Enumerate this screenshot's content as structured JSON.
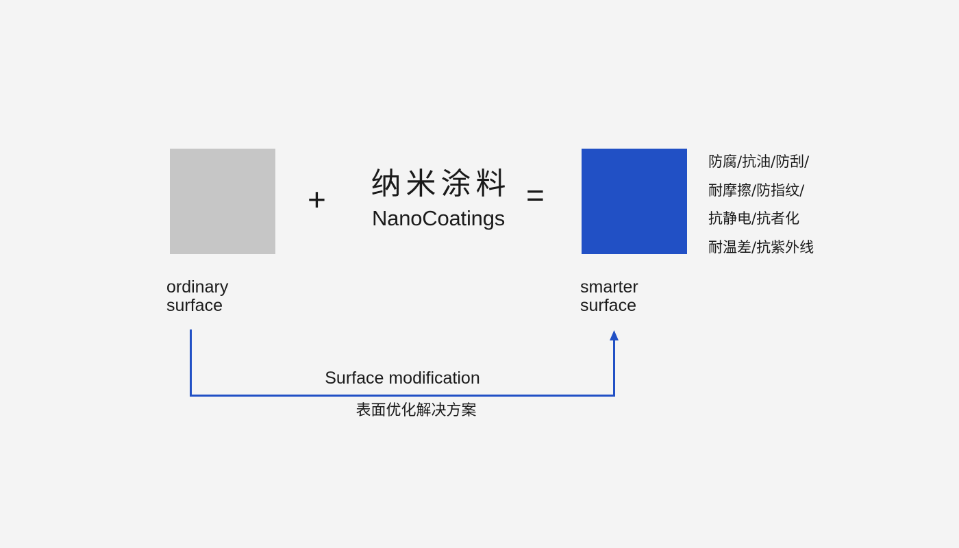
{
  "colors": {
    "background": "#f4f4f4",
    "ordinary_swatch": "#c6c6c6",
    "smarter_swatch": "#2150c5",
    "connector": "#2150c5",
    "text": "#1a1a1a"
  },
  "equation": {
    "plus_symbol": "+",
    "equals_symbol": "=",
    "product": {
      "name_cn": "纳米涂料",
      "name_en": "NanoCoatings"
    }
  },
  "inputs": {
    "ordinary": {
      "caption_line1": "ordinary",
      "caption_line2": "surface"
    }
  },
  "outputs": {
    "smarter": {
      "caption_line1": "smarter",
      "caption_line2": "surface"
    },
    "features": [
      "防腐/抗油/防刮/",
      "耐摩擦/防指纹/",
      "抗静电/抗者化",
      "耐温差/抗紫外线"
    ]
  },
  "connector": {
    "label_en": "Surface modification",
    "label_cn": "表面优化解决方案"
  }
}
